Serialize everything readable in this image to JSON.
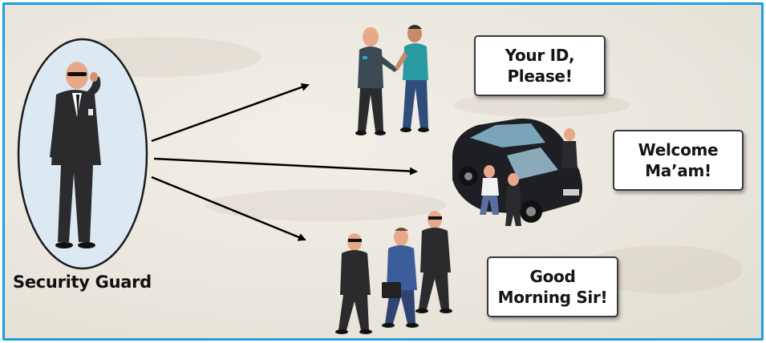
{
  "guard": {
    "caption": "Security Guard"
  },
  "scenes": [
    {
      "id": "id-check",
      "message_lines": [
        "Your ID,",
        "Please!"
      ]
    },
    {
      "id": "vip-car",
      "message_lines": [
        "Welcome",
        "Ma’am!"
      ]
    },
    {
      "id": "executives",
      "message_lines": [
        "Good",
        "Morning Sir!"
      ]
    }
  ],
  "colors": {
    "frame_border": "#1ea0d8",
    "oval_fill": "#dce9f3",
    "suit": "#2b2b2e",
    "car": "#1d1f24",
    "arrow": "#000000"
  },
  "icons": [
    "security-guard-figure",
    "id-check-scene",
    "vip-car-scene",
    "executives-scene",
    "arrow-icon"
  ]
}
